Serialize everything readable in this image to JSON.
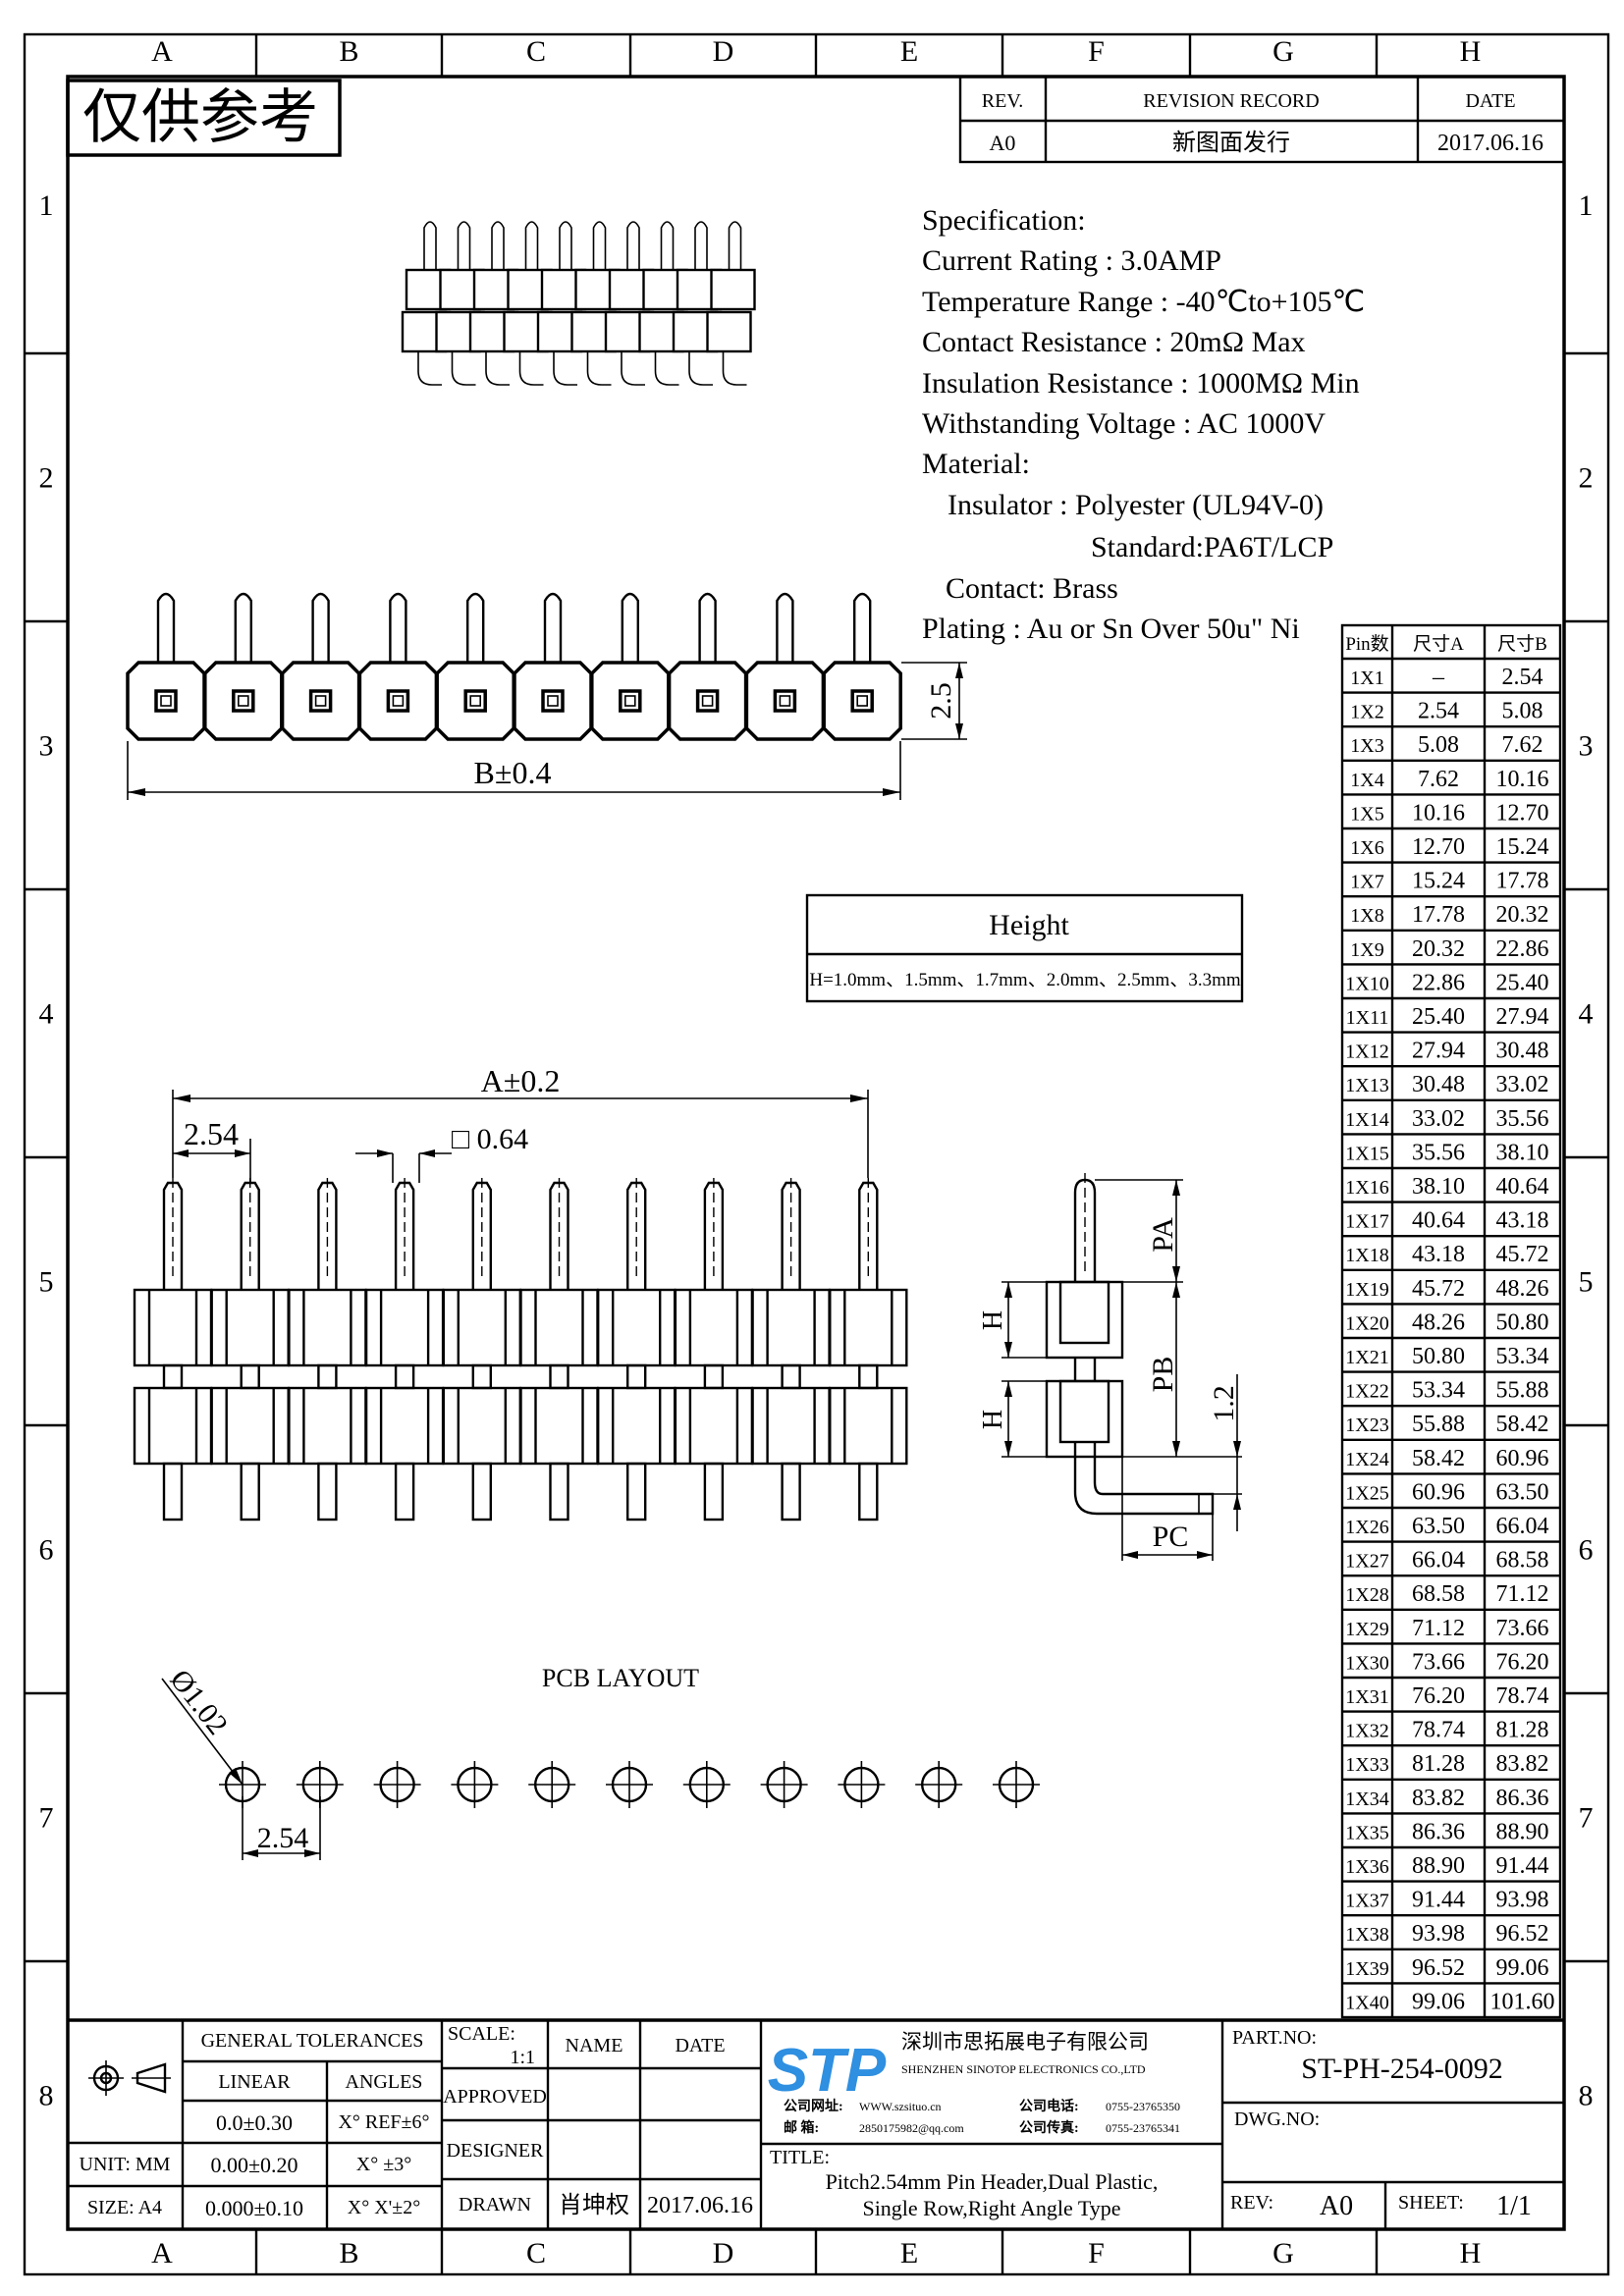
{
  "frame": {
    "columns": [
      "A",
      "B",
      "C",
      "D",
      "E",
      "F",
      "G",
      "H"
    ],
    "rows": [
      "1",
      "2",
      "3",
      "4",
      "5",
      "6",
      "7",
      "8"
    ]
  },
  "stamp": "仅供参考",
  "revision": {
    "headers": {
      "rev": "REV.",
      "record": "REVISION RECORD",
      "date": "DATE"
    },
    "entry": {
      "rev": "A0",
      "record": "新图面发行",
      "date": "2017.06.16"
    }
  },
  "spec": {
    "title": "Specification:",
    "current": "Current Rating : 3.0AMP",
    "temperature": "Temperature Range : -40℃to+105℃",
    "contact_resistance": "Contact Resistance : 20mΩ Max",
    "insulation": "Insulation Resistance : 1000MΩ Min",
    "voltage": "Withstanding Voltage : AC 1000V",
    "material": "Material:",
    "insulator": "Insulator : Polyester (UL94V-0)",
    "standard": "Standard:PA6T/LCP",
    "contact": "Contact: Brass",
    "plating": "Plating : Au or Sn Over 50u\" Ni"
  },
  "dims": {
    "b": "B±0.4",
    "pitch_2_5": "2.5",
    "a": "A±0.2",
    "pitch": "2.54",
    "pin_size": "□ 0.64",
    "pa": "PA",
    "pb": "PB",
    "pc": "PC",
    "h": "H",
    "d12": "1.2",
    "hole": "Ø1.02",
    "hole_pitch": "2.54",
    "pcb_layout": "PCB LAYOUT"
  },
  "height_box": {
    "title": "Height",
    "values": "H=1.0mm、1.5mm、1.7mm、2.0mm、2.5mm、3.3mm"
  },
  "table": {
    "headers": [
      "Pin数",
      "尺寸A",
      "尺寸B"
    ],
    "rows": [
      [
        "1X1",
        "–",
        "2.54"
      ],
      [
        "1X2",
        "2.54",
        "5.08"
      ],
      [
        "1X3",
        "5.08",
        "7.62"
      ],
      [
        "1X4",
        "7.62",
        "10.16"
      ],
      [
        "1X5",
        "10.16",
        "12.70"
      ],
      [
        "1X6",
        "12.70",
        "15.24"
      ],
      [
        "1X7",
        "15.24",
        "17.78"
      ],
      [
        "1X8",
        "17.78",
        "20.32"
      ],
      [
        "1X9",
        "20.32",
        "22.86"
      ],
      [
        "1X10",
        "22.86",
        "25.40"
      ],
      [
        "1X11",
        "25.40",
        "27.94"
      ],
      [
        "1X12",
        "27.94",
        "30.48"
      ],
      [
        "1X13",
        "30.48",
        "33.02"
      ],
      [
        "1X14",
        "33.02",
        "35.56"
      ],
      [
        "1X15",
        "35.56",
        "38.10"
      ],
      [
        "1X16",
        "38.10",
        "40.64"
      ],
      [
        "1X17",
        "40.64",
        "43.18"
      ],
      [
        "1X18",
        "43.18",
        "45.72"
      ],
      [
        "1X19",
        "45.72",
        "48.26"
      ],
      [
        "1X20",
        "48.26",
        "50.80"
      ],
      [
        "1X21",
        "50.80",
        "53.34"
      ],
      [
        "1X22",
        "53.34",
        "55.88"
      ],
      [
        "1X23",
        "55.88",
        "58.42"
      ],
      [
        "1X24",
        "58.42",
        "60.96"
      ],
      [
        "1X25",
        "60.96",
        "63.50"
      ],
      [
        "1X26",
        "63.50",
        "66.04"
      ],
      [
        "1X27",
        "66.04",
        "68.58"
      ],
      [
        "1X28",
        "68.58",
        "71.12"
      ],
      [
        "1X29",
        "71.12",
        "73.66"
      ],
      [
        "1X30",
        "73.66",
        "76.20"
      ],
      [
        "1X31",
        "76.20",
        "78.74"
      ],
      [
        "1X32",
        "78.74",
        "81.28"
      ],
      [
        "1X33",
        "81.28",
        "83.82"
      ],
      [
        "1X34",
        "83.82",
        "86.36"
      ],
      [
        "1X35",
        "86.36",
        "88.90"
      ],
      [
        "1X36",
        "88.90",
        "91.44"
      ],
      [
        "1X37",
        "91.44",
        "93.98"
      ],
      [
        "1X38",
        "93.98",
        "96.52"
      ],
      [
        "1X39",
        "96.52",
        "99.06"
      ],
      [
        "1X40",
        "99.06",
        "101.60"
      ]
    ]
  },
  "title_block": {
    "general_tolerances": "GENERAL TOLERANCES",
    "linear": "LINEAR",
    "angles": "ANGLES",
    "lin1": "0.0±0.30",
    "ang1": "X° REF±6°",
    "lin2": "0.00±0.20",
    "ang2": "X° ±3°",
    "lin3": "0.000±0.10",
    "ang3": "X° X'±2°",
    "unit": "UNIT: MM",
    "size": "SIZE: A4",
    "scale_label": "SCALE:",
    "scale_value": "1:1",
    "name": "NAME",
    "date": "DATE",
    "approved": "APPROVED",
    "designer": "DESIGNER",
    "drawn": "DRAWN",
    "drawn_name": "肖坤权",
    "drawn_date": "2017.06.16",
    "logo": "STP",
    "company_cn": "深圳市思拓展电子有限公司",
    "company_en": "SHENZHEN SINOTOP ELECTRONICS CO.,LTD",
    "web_label": "公司网址:",
    "web": "WWW.szsituo.cn",
    "mail_label": "邮    箱:",
    "mail": "2850175982@qq.com",
    "tel_label": "公司电话:",
    "tel": "0755-23765350",
    "fax_label": "公司传真:",
    "fax": "0755-23765341",
    "title_label": "TITLE:",
    "title_line1": "Pitch2.54mm Pin Header,Dual Plastic,",
    "title_line2": "Single Row,Right Angle Type",
    "part_label": "PART.NO:",
    "part_no": "ST-PH-254-0092",
    "dwg_label": "DWG.NO:",
    "rev_label": "REV:",
    "rev": "A0",
    "sheet_label": "SHEET:",
    "sheet": "1/1"
  },
  "colors": {
    "logo": "#2f8fe0",
    "line": "#000000"
  }
}
